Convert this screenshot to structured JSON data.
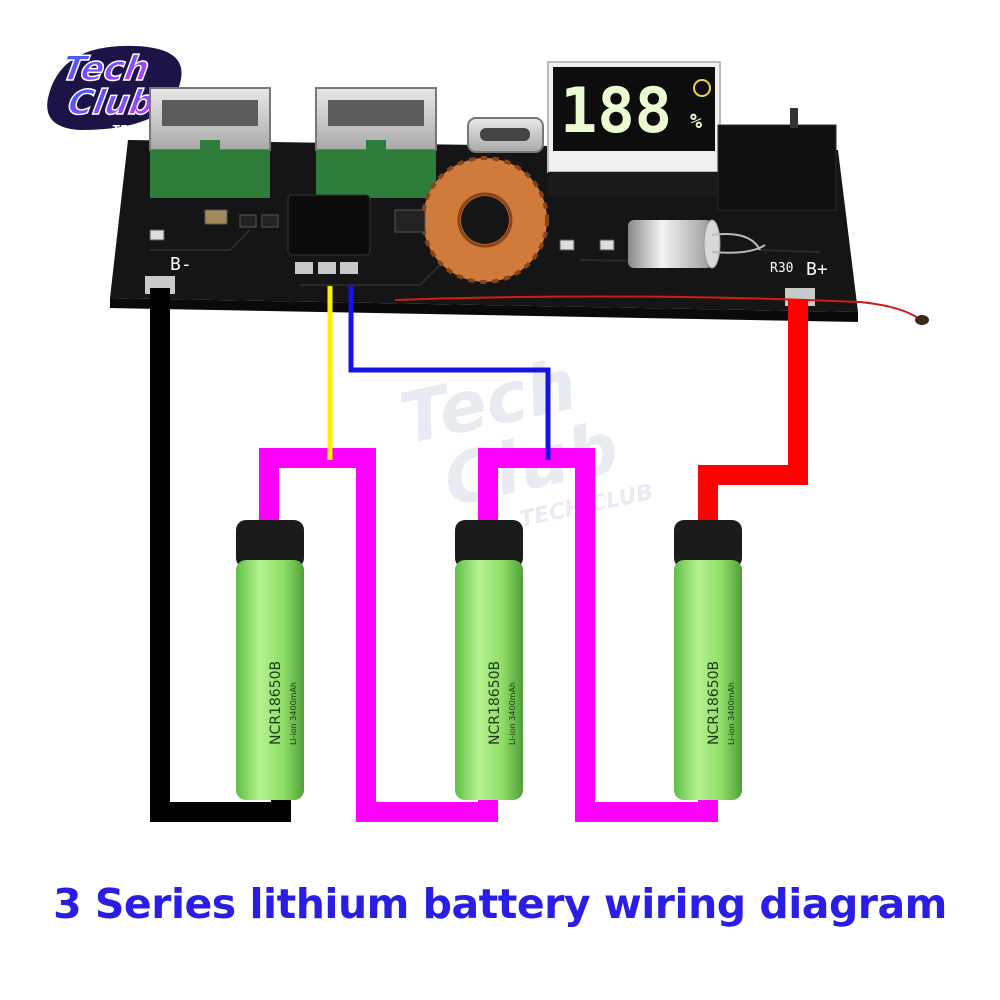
{
  "logo": {
    "line1": "Tech",
    "line2": "Club",
    "tagline": "TECH CLUB"
  },
  "watermark": {
    "line1": "Tech",
    "line2": "Club",
    "tagline": "TECH CLUB"
  },
  "display": {
    "digits": "188",
    "unit": "%"
  },
  "board": {
    "neg_label": "B-",
    "pos_label": "B+",
    "ref_label": "R30"
  },
  "cells": [
    {
      "model": "NCR18650B",
      "sub": "Li-ion 3400mAh"
    },
    {
      "model": "NCR18650B",
      "sub": "Li-ion 3400mAh"
    },
    {
      "model": "NCR18650B",
      "sub": "Li-ion 3400mAh"
    }
  ],
  "colors": {
    "negative_wire": "#000000",
    "series_link": "#ff00ff",
    "tap_1": "#ffee00",
    "tap_2": "#1414e6",
    "positive_wire": "#ff0000",
    "cell_body": "#8ee06a",
    "caption": "#2a1ee6"
  },
  "caption": "3 Series lithium battery wiring diagram"
}
